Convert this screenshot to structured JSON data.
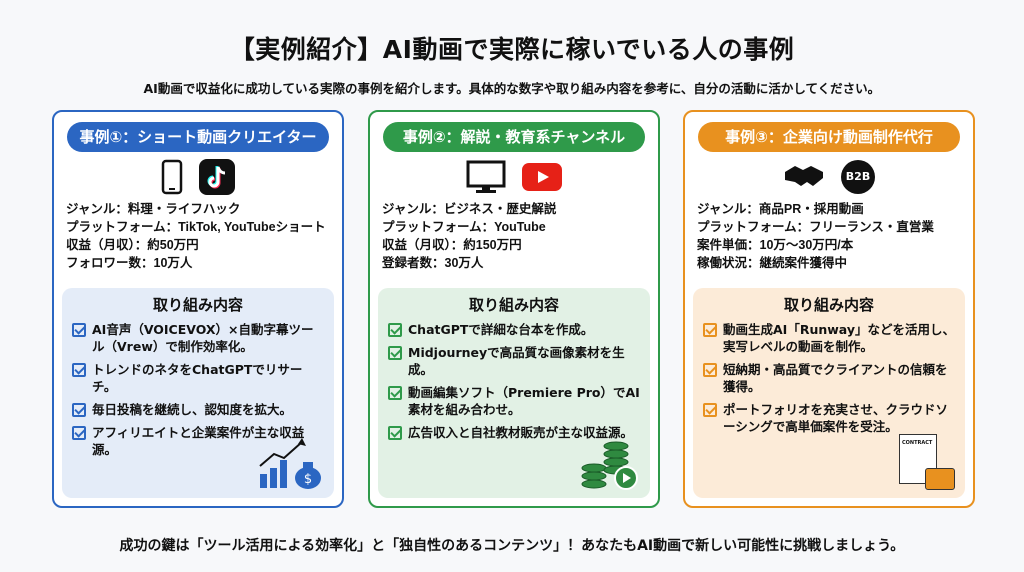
{
  "title": "【実例紹介】AI動画で実際に稼いでいる人の事例",
  "subtitle": "AI動画で収益化に成功している実際の事例を紹介します。具体的な数字や取り組み内容を参考に、自分の活動に活かしてください。",
  "footer": "成功の鍵は「ツール活用による効率化」と「独自性のあるコンテンツ」！あなたもAI動画で新しい可能性に挑戦しましょう。",
  "colors": {
    "blue": "#2b66c2",
    "green": "#2f9a4a",
    "orange": "#e8911f"
  },
  "cards": [
    {
      "header": "事例①：ショート動画クリエイター",
      "info": [
        "ジャンル：料理・ライフハック",
        "プラットフォーム：TikTok, YouTubeショート",
        "収益（月収）：約50万円",
        "フォロワー数：10万人"
      ],
      "section_title": "取り組み内容",
      "items": [
        "AI音声（VOICEVOX）×自動字幕ツール（Vrew）で制作効率化。",
        "トレンドのネタをChatGPTでリサーチ。",
        "毎日投稿を継続し、認知度を拡大。",
        "アフィリエイトと企業案件が主な収益源。"
      ]
    },
    {
      "header": "事例②：解説・教育系チャンネル",
      "info": [
        "ジャンル：ビジネス・歴史解説",
        "プラットフォーム：YouTube",
        "収益（月収）：約150万円",
        "登録者数：30万人"
      ],
      "section_title": "取り組み内容",
      "items": [
        "ChatGPTで詳細な台本を作成。",
        "Midjourneyで高品質な画像素材を生成。",
        "動画編集ソフト（Premiere Pro）でAI素材を組み合わせ。",
        "広告収入と自社教材販売が主な収益源。"
      ]
    },
    {
      "header": "事例③：企業向け動画制作代行",
      "badge": "B2B",
      "info": [
        "ジャンル：商品PR・採用動画",
        "プラットフォーム：フリーランス・直営業",
        "案件単価：10万〜30万円/本",
        "稼働状況：継続案件獲得中"
      ],
      "section_title": "取り組み内容",
      "items": [
        "動画生成AI「Runway」などを活用し、実写レベルの動画を制作。",
        "短納期・高品質でクライアントの信頼を獲得。",
        "ポートフォリオを充実させ、クラウドソーシングで高単価案件を受注。"
      ],
      "contract_label": "CONTRACT"
    }
  ]
}
